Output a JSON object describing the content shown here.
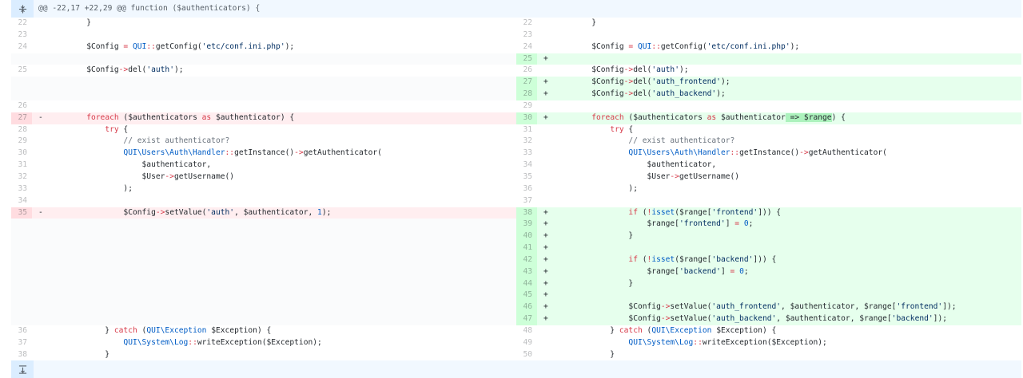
{
  "hunk_top": {
    "text": "@@ -22,17 +22,29 @@ function ($authenticators) {"
  },
  "rows": [
    {
      "l": {
        "type": "ctx",
        "n": "22",
        "m": "",
        "t": [
          {
            "x": "        }"
          }
        ]
      },
      "r": {
        "type": "ctx",
        "n": "22",
        "m": "",
        "t": [
          {
            "x": "        }"
          }
        ]
      }
    },
    {
      "l": {
        "type": "ctx",
        "n": "23",
        "m": "",
        "t": []
      },
      "r": {
        "type": "ctx",
        "n": "23",
        "m": "",
        "t": []
      }
    },
    {
      "l": {
        "type": "ctx",
        "n": "24",
        "m": "",
        "t": [
          {
            "x": "        $Config "
          },
          {
            "x": "=",
            "c": "op"
          },
          {
            "x": " "
          },
          {
            "x": "QUI",
            "c": "cls"
          },
          {
            "x": "::",
            "c": "op"
          },
          {
            "x": "getConfig("
          },
          {
            "x": "'etc/conf.ini.php'",
            "c": "str"
          },
          {
            "x": ");"
          }
        ]
      },
      "r": {
        "type": "ctx",
        "n": "24",
        "m": "",
        "t": [
          {
            "x": "        $Config "
          },
          {
            "x": "=",
            "c": "op"
          },
          {
            "x": " "
          },
          {
            "x": "QUI",
            "c": "cls"
          },
          {
            "x": "::",
            "c": "op"
          },
          {
            "x": "getConfig("
          },
          {
            "x": "'etc/conf.ini.php'",
            "c": "str"
          },
          {
            "x": ");"
          }
        ]
      }
    },
    {
      "l": {
        "type": "empty",
        "n": "",
        "m": "",
        "t": []
      },
      "r": {
        "type": "add",
        "n": "25",
        "m": "+",
        "t": []
      }
    },
    {
      "l": {
        "type": "ctx",
        "n": "25",
        "m": "",
        "t": [
          {
            "x": "        $Config"
          },
          {
            "x": "->",
            "c": "op"
          },
          {
            "x": "del("
          },
          {
            "x": "'auth'",
            "c": "str"
          },
          {
            "x": ");"
          }
        ]
      },
      "r": {
        "type": "ctx",
        "n": "26",
        "m": "",
        "t": [
          {
            "x": "        $Config"
          },
          {
            "x": "->",
            "c": "op"
          },
          {
            "x": "del("
          },
          {
            "x": "'auth'",
            "c": "str"
          },
          {
            "x": ");"
          }
        ]
      }
    },
    {
      "l": {
        "type": "empty",
        "n": "",
        "m": "",
        "t": []
      },
      "r": {
        "type": "add",
        "n": "27",
        "m": "+",
        "t": [
          {
            "x": "        $Config"
          },
          {
            "x": "->",
            "c": "op"
          },
          {
            "x": "del("
          },
          {
            "x": "'auth_frontend'",
            "c": "str"
          },
          {
            "x": ");"
          }
        ]
      }
    },
    {
      "l": {
        "type": "empty",
        "n": "",
        "m": "",
        "t": []
      },
      "r": {
        "type": "add",
        "n": "28",
        "m": "+",
        "t": [
          {
            "x": "        $Config"
          },
          {
            "x": "->",
            "c": "op"
          },
          {
            "x": "del("
          },
          {
            "x": "'auth_backend'",
            "c": "str"
          },
          {
            "x": ");"
          }
        ]
      }
    },
    {
      "l": {
        "type": "ctx",
        "n": "26",
        "m": "",
        "t": []
      },
      "r": {
        "type": "ctx",
        "n": "29",
        "m": "",
        "t": []
      }
    },
    {
      "l": {
        "type": "del",
        "n": "27",
        "m": "-",
        "t": [
          {
            "x": "        "
          },
          {
            "x": "foreach",
            "c": "kw"
          },
          {
            "x": " ($authenticators "
          },
          {
            "x": "as",
            "c": "kw"
          },
          {
            "x": " $authenticator) {"
          }
        ]
      },
      "r": {
        "type": "add",
        "n": "30",
        "m": "+",
        "t": [
          {
            "x": "        "
          },
          {
            "x": "foreach",
            "c": "kw"
          },
          {
            "x": " ($authenticators "
          },
          {
            "x": "as",
            "c": "kw"
          },
          {
            "x": " $authenticator"
          },
          {
            "x": " => $range",
            "c": "hl"
          },
          {
            "x": ") {"
          }
        ]
      }
    },
    {
      "l": {
        "type": "ctx",
        "n": "28",
        "m": "",
        "t": [
          {
            "x": "            "
          },
          {
            "x": "try",
            "c": "kw"
          },
          {
            "x": " {"
          }
        ]
      },
      "r": {
        "type": "ctx",
        "n": "31",
        "m": "",
        "t": [
          {
            "x": "            "
          },
          {
            "x": "try",
            "c": "kw"
          },
          {
            "x": " {"
          }
        ]
      }
    },
    {
      "l": {
        "type": "ctx",
        "n": "29",
        "m": "",
        "t": [
          {
            "x": "                "
          },
          {
            "x": "// exist authenticator?",
            "c": "cm"
          }
        ]
      },
      "r": {
        "type": "ctx",
        "n": "32",
        "m": "",
        "t": [
          {
            "x": "                "
          },
          {
            "x": "// exist authenticator?",
            "c": "cm"
          }
        ]
      }
    },
    {
      "l": {
        "type": "ctx",
        "n": "30",
        "m": "",
        "t": [
          {
            "x": "                "
          },
          {
            "x": "QUI\\Users\\Auth\\Handler",
            "c": "cls"
          },
          {
            "x": "::",
            "c": "op"
          },
          {
            "x": "getInstance()"
          },
          {
            "x": "->",
            "c": "op"
          },
          {
            "x": "getAuthenticator("
          }
        ]
      },
      "r": {
        "type": "ctx",
        "n": "33",
        "m": "",
        "t": [
          {
            "x": "                "
          },
          {
            "x": "QUI\\Users\\Auth\\Handler",
            "c": "cls"
          },
          {
            "x": "::",
            "c": "op"
          },
          {
            "x": "getInstance()"
          },
          {
            "x": "->",
            "c": "op"
          },
          {
            "x": "getAuthenticator("
          }
        ]
      }
    },
    {
      "l": {
        "type": "ctx",
        "n": "31",
        "m": "",
        "t": [
          {
            "x": "                    $authenticator,"
          }
        ]
      },
      "r": {
        "type": "ctx",
        "n": "34",
        "m": "",
        "t": [
          {
            "x": "                    $authenticator,"
          }
        ]
      }
    },
    {
      "l": {
        "type": "ctx",
        "n": "32",
        "m": "",
        "t": [
          {
            "x": "                    $User"
          },
          {
            "x": "->",
            "c": "op"
          },
          {
            "x": "getUsername()"
          }
        ]
      },
      "r": {
        "type": "ctx",
        "n": "35",
        "m": "",
        "t": [
          {
            "x": "                    $User"
          },
          {
            "x": "->",
            "c": "op"
          },
          {
            "x": "getUsername()"
          }
        ]
      }
    },
    {
      "l": {
        "type": "ctx",
        "n": "33",
        "m": "",
        "t": [
          {
            "x": "                );"
          }
        ]
      },
      "r": {
        "type": "ctx",
        "n": "36",
        "m": "",
        "t": [
          {
            "x": "                );"
          }
        ]
      }
    },
    {
      "l": {
        "type": "ctx",
        "n": "34",
        "m": "",
        "t": []
      },
      "r": {
        "type": "ctx",
        "n": "37",
        "m": "",
        "t": []
      }
    },
    {
      "l": {
        "type": "del",
        "n": "35",
        "m": "-",
        "t": [
          {
            "x": "                $Config"
          },
          {
            "x": "->",
            "c": "op"
          },
          {
            "x": "setValue("
          },
          {
            "x": "'auth'",
            "c": "str"
          },
          {
            "x": ", $authenticator, "
          },
          {
            "x": "1",
            "c": "cls"
          },
          {
            "x": ");"
          }
        ]
      },
      "r": {
        "type": "add",
        "n": "38",
        "m": "+",
        "t": [
          {
            "x": "                "
          },
          {
            "x": "if",
            "c": "kw"
          },
          {
            "x": " ("
          },
          {
            "x": "!",
            "c": "op"
          },
          {
            "x": "isset",
            "c": "cls"
          },
          {
            "x": "($range["
          },
          {
            "x": "'frontend'",
            "c": "str"
          },
          {
            "x": "])) {"
          }
        ]
      }
    },
    {
      "l": {
        "type": "empty",
        "n": "",
        "m": "",
        "t": []
      },
      "r": {
        "type": "add",
        "n": "39",
        "m": "+",
        "t": [
          {
            "x": "                    $range["
          },
          {
            "x": "'frontend'",
            "c": "str"
          },
          {
            "x": "] "
          },
          {
            "x": "=",
            "c": "op"
          },
          {
            "x": " "
          },
          {
            "x": "0",
            "c": "cls"
          },
          {
            "x": ";"
          }
        ]
      }
    },
    {
      "l": {
        "type": "empty",
        "n": "",
        "m": "",
        "t": []
      },
      "r": {
        "type": "add",
        "n": "40",
        "m": "+",
        "t": [
          {
            "x": "                }"
          }
        ]
      }
    },
    {
      "l": {
        "type": "empty",
        "n": "",
        "m": "",
        "t": []
      },
      "r": {
        "type": "add",
        "n": "41",
        "m": "+",
        "t": []
      }
    },
    {
      "l": {
        "type": "empty",
        "n": "",
        "m": "",
        "t": []
      },
      "r": {
        "type": "add",
        "n": "42",
        "m": "+",
        "t": [
          {
            "x": "                "
          },
          {
            "x": "if",
            "c": "kw"
          },
          {
            "x": " ("
          },
          {
            "x": "!",
            "c": "op"
          },
          {
            "x": "isset",
            "c": "cls"
          },
          {
            "x": "($range["
          },
          {
            "x": "'backend'",
            "c": "str"
          },
          {
            "x": "])) {"
          }
        ]
      }
    },
    {
      "l": {
        "type": "empty",
        "n": "",
        "m": "",
        "t": []
      },
      "r": {
        "type": "add",
        "n": "43",
        "m": "+",
        "t": [
          {
            "x": "                    $range["
          },
          {
            "x": "'backend'",
            "c": "str"
          },
          {
            "x": "] "
          },
          {
            "x": "=",
            "c": "op"
          },
          {
            "x": " "
          },
          {
            "x": "0",
            "c": "cls"
          },
          {
            "x": ";"
          }
        ]
      }
    },
    {
      "l": {
        "type": "empty",
        "n": "",
        "m": "",
        "t": []
      },
      "r": {
        "type": "add",
        "n": "44",
        "m": "+",
        "t": [
          {
            "x": "                }"
          }
        ]
      }
    },
    {
      "l": {
        "type": "empty",
        "n": "",
        "m": "",
        "t": []
      },
      "r": {
        "type": "add",
        "n": "45",
        "m": "+",
        "t": []
      }
    },
    {
      "l": {
        "type": "empty",
        "n": "",
        "m": "",
        "t": []
      },
      "r": {
        "type": "add",
        "n": "46",
        "m": "+",
        "t": [
          {
            "x": "                $Config"
          },
          {
            "x": "->",
            "c": "op"
          },
          {
            "x": "setValue("
          },
          {
            "x": "'auth_frontend'",
            "c": "str"
          },
          {
            "x": ", $authenticator, $range["
          },
          {
            "x": "'frontend'",
            "c": "str"
          },
          {
            "x": "]);"
          }
        ]
      }
    },
    {
      "l": {
        "type": "empty",
        "n": "",
        "m": "",
        "t": []
      },
      "r": {
        "type": "add",
        "n": "47",
        "m": "+",
        "t": [
          {
            "x": "                $Config"
          },
          {
            "x": "->",
            "c": "op"
          },
          {
            "x": "setValue("
          },
          {
            "x": "'auth_backend'",
            "c": "str"
          },
          {
            "x": ", $authenticator, $range["
          },
          {
            "x": "'backend'",
            "c": "str"
          },
          {
            "x": "]);"
          }
        ]
      }
    },
    {
      "l": {
        "type": "ctx",
        "n": "36",
        "m": "",
        "t": [
          {
            "x": "            } "
          },
          {
            "x": "catch",
            "c": "kw"
          },
          {
            "x": " ("
          },
          {
            "x": "QUI\\Exception",
            "c": "cls"
          },
          {
            "x": " $Exception) {"
          }
        ]
      },
      "r": {
        "type": "ctx",
        "n": "48",
        "m": "",
        "t": [
          {
            "x": "            } "
          },
          {
            "x": "catch",
            "c": "kw"
          },
          {
            "x": " ("
          },
          {
            "x": "QUI\\Exception",
            "c": "cls"
          },
          {
            "x": " $Exception) {"
          }
        ]
      }
    },
    {
      "l": {
        "type": "ctx",
        "n": "37",
        "m": "",
        "t": [
          {
            "x": "                "
          },
          {
            "x": "QUI\\System\\Log",
            "c": "cls"
          },
          {
            "x": "::",
            "c": "op"
          },
          {
            "x": "writeException($Exception);"
          }
        ]
      },
      "r": {
        "type": "ctx",
        "n": "49",
        "m": "",
        "t": [
          {
            "x": "                "
          },
          {
            "x": "QUI\\System\\Log",
            "c": "cls"
          },
          {
            "x": "::",
            "c": "op"
          },
          {
            "x": "writeException($Exception);"
          }
        ]
      }
    },
    {
      "l": {
        "type": "ctx",
        "n": "38",
        "m": "",
        "t": [
          {
            "x": "            }"
          }
        ]
      },
      "r": {
        "type": "ctx",
        "n": "50",
        "m": "",
        "t": [
          {
            "x": "            }"
          }
        ]
      }
    }
  ]
}
